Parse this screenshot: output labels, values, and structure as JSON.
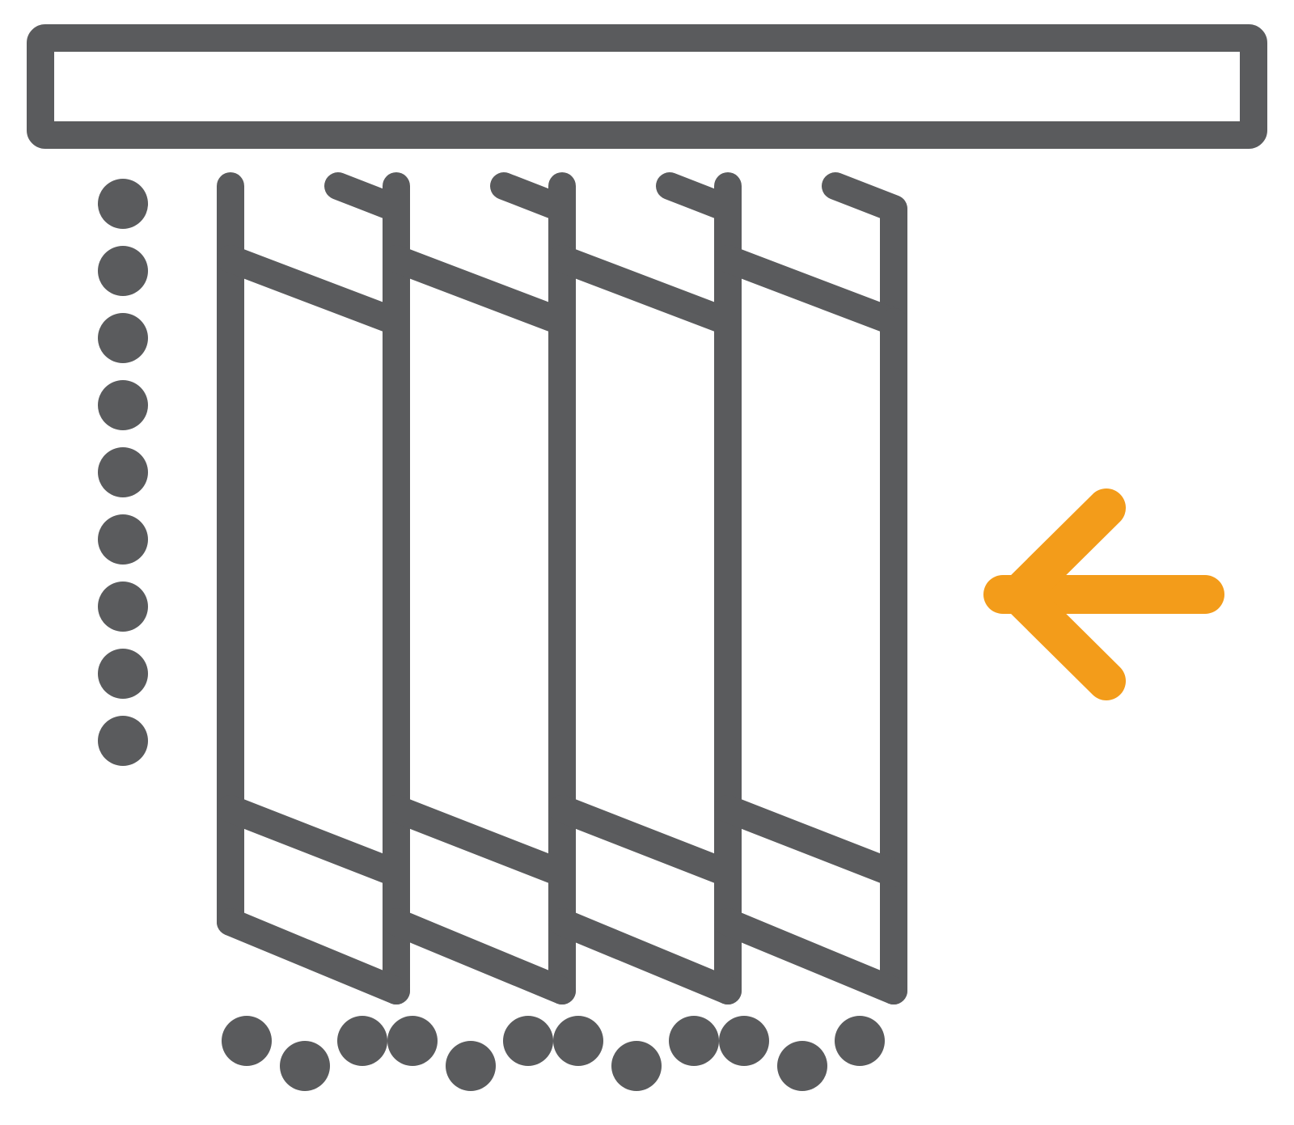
{
  "icon": {
    "name": "vertical-blinds-close-left-icon",
    "description_elements": [
      "headrail",
      "vanes",
      "chain-dots",
      "weight-chain",
      "arrow-left"
    ],
    "vane_count": 4
  },
  "colors": {
    "stroke": "#5a5b5d",
    "accent": "#f39c1a",
    "background": "#ffffff"
  }
}
